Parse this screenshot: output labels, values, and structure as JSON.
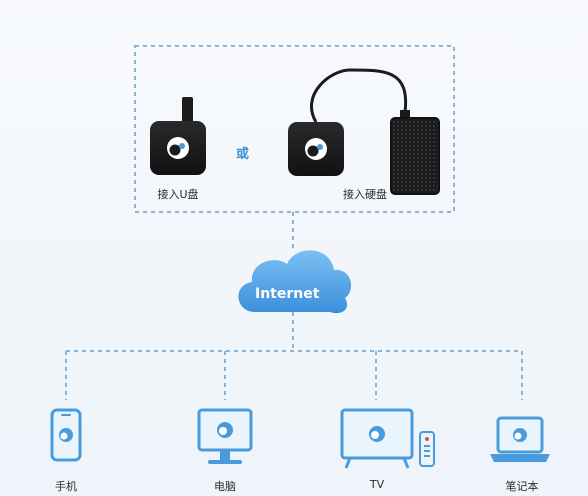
{
  "diagram": {
    "top_labels": {
      "usb_option": "接入U盘",
      "or_text": "或",
      "hdd_option": "接入硬盘"
    },
    "cloud_label": "Internet",
    "devices": [
      {
        "label": "手机",
        "icon": "phone-icon"
      },
      {
        "label": "电脑",
        "icon": "monitor-icon"
      },
      {
        "label": "TV",
        "icon": "tv-icon"
      },
      {
        "label": "笔记本",
        "icon": "laptop-icon"
      }
    ],
    "colors": {
      "accent": "#4a9bdc",
      "dashed_line": "#8ab4d6",
      "cloud": "#4f9fe0",
      "device_box": "#1b1b1b"
    }
  }
}
